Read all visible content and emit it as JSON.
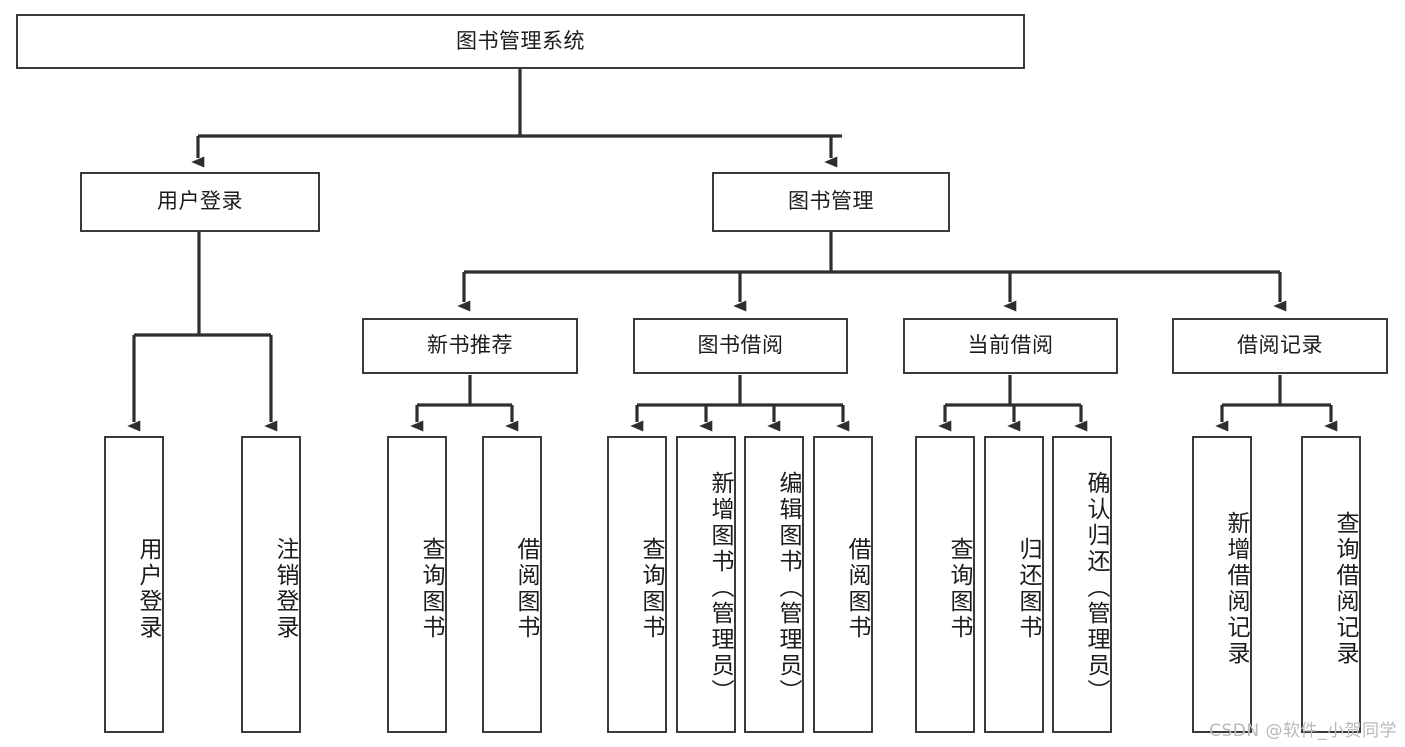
{
  "diagram": {
    "title": "图书管理系统",
    "type": "tree-hierarchy-diagram",
    "root": {
      "label": "图书管理系统"
    },
    "level2": [
      {
        "label": "用户登录"
      },
      {
        "label": "图书管理"
      }
    ],
    "level3": [
      {
        "label": "新书推荐"
      },
      {
        "label": "图书借阅"
      },
      {
        "label": "当前借阅"
      },
      {
        "label": "借阅记录"
      }
    ],
    "leaves": [
      {
        "label": "用户登录"
      },
      {
        "label": "注销登录"
      },
      {
        "label": "查询图书"
      },
      {
        "label": "借阅图书"
      },
      {
        "label": "查询图书"
      },
      {
        "label": "新增图书（管理员）"
      },
      {
        "label": "编辑图书（管理员）"
      },
      {
        "label": "借阅图书"
      },
      {
        "label": "查询图书"
      },
      {
        "label": "归还图书"
      },
      {
        "label": "确认归还（管理员）"
      },
      {
        "label": "新增借阅记录"
      },
      {
        "label": "查询借阅记录"
      }
    ]
  },
  "watermark": {
    "text": "CSDN @软件_小贺同学"
  },
  "colors": {
    "box_stroke": "#3a3a3a",
    "box_fill": "#ffffff",
    "edge": "#2e2e2e",
    "text": "#1c1c1c",
    "watermark": "#b9b9b9",
    "background": "#ffffff"
  }
}
